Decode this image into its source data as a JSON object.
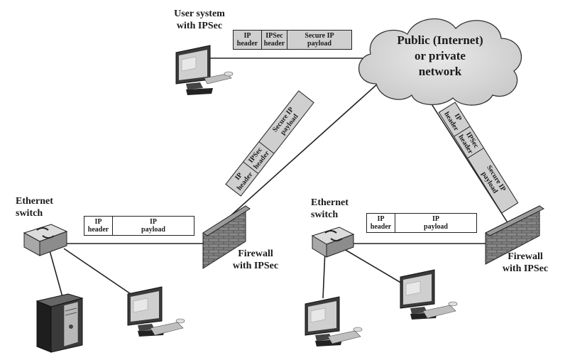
{
  "cloud": {
    "text": "Public (Internet)\nor private\nnetwork"
  },
  "labels": {
    "user_system": "User system\nwith IPSec",
    "eth_left": "Ethernet\nswitch",
    "eth_right": "Ethernet\nswitch",
    "fw_left": "Firewall\nwith IPSec",
    "fw_right": "Firewall\nwith IPSec"
  },
  "packets": {
    "secure_top": [
      "IP\nheader",
      "IPSec\nheader",
      "Secure IP\npayload"
    ],
    "secure_left": [
      "IP\nheader",
      "IPSec\nheader",
      "Secure IP\npayload"
    ],
    "secure_right": [
      "IP\nheader",
      "IPSec\nheader",
      "Secure IP\npayload"
    ],
    "plain_left": [
      "IP\nheader",
      "IP\npayload"
    ],
    "plain_right": [
      "IP\nheader",
      "IP\npayload"
    ]
  }
}
